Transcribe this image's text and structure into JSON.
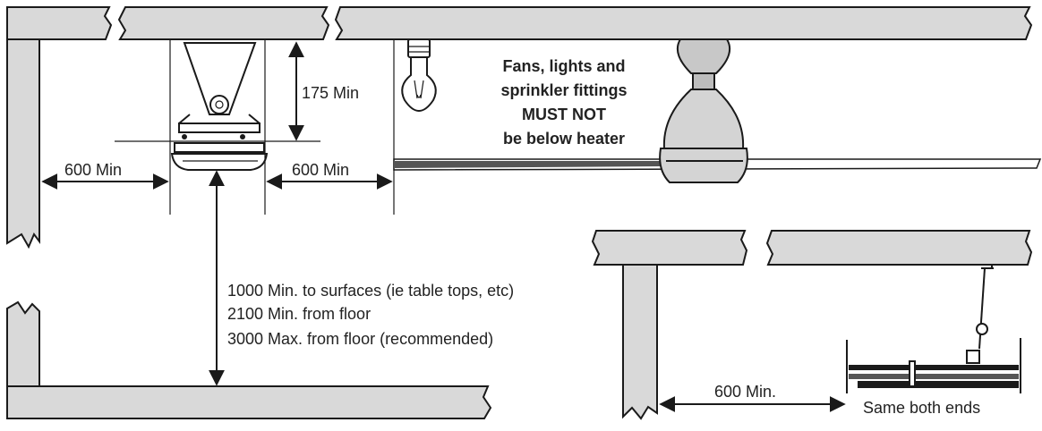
{
  "labels": {
    "left_clearance": "600 Min",
    "right_clearance": "600 Min",
    "ceiling_gap": "175 Min",
    "vertical_notes": [
      "1000 Min. to surfaces (ie table tops, etc)",
      "2100 Min. from floor",
      "3000 Max. from floor (recommended)"
    ],
    "warning": [
      "Fans, lights and",
      "sprinkler fittings",
      "MUST NOT",
      "be below heater"
    ],
    "side_clearance": "600 Min.",
    "ends_note": "Same both ends"
  }
}
